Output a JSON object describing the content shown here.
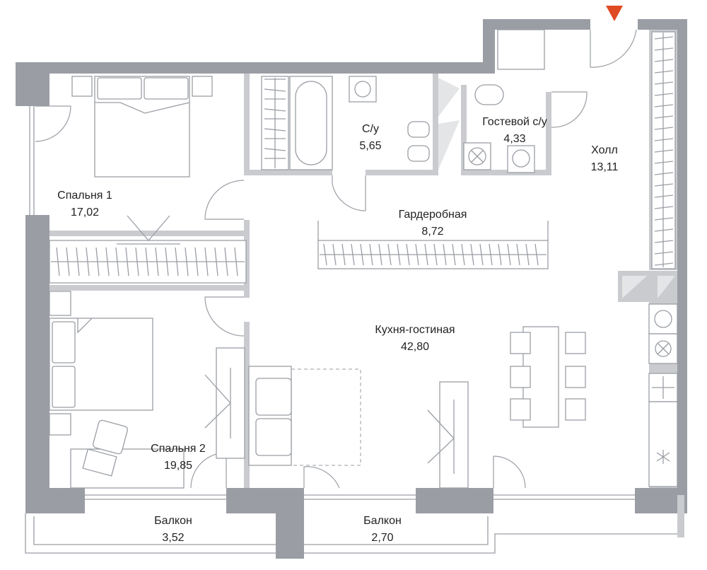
{
  "colors": {
    "wall": "#9a9ea4",
    "inner_wall": "#c9cbcf",
    "entrance_marker": "#e04a23"
  },
  "entrance_marker_icon": "entrance-arrow-icon",
  "rooms": [
    {
      "name": "Спальня 1",
      "area": "17,02"
    },
    {
      "name": "С/у",
      "area": "5,65"
    },
    {
      "name": "Гостевой с/у",
      "area": "4,33"
    },
    {
      "name": "Холл",
      "area": "13,11"
    },
    {
      "name": "Гардеробная",
      "area": "8,72"
    },
    {
      "name": "Кухня-гостиная",
      "area": "42,80"
    },
    {
      "name": "Спальня 2",
      "area": "19,85"
    },
    {
      "name": "Балкон",
      "area": "3,52"
    },
    {
      "name": "Балкон",
      "area": "2,70"
    }
  ]
}
